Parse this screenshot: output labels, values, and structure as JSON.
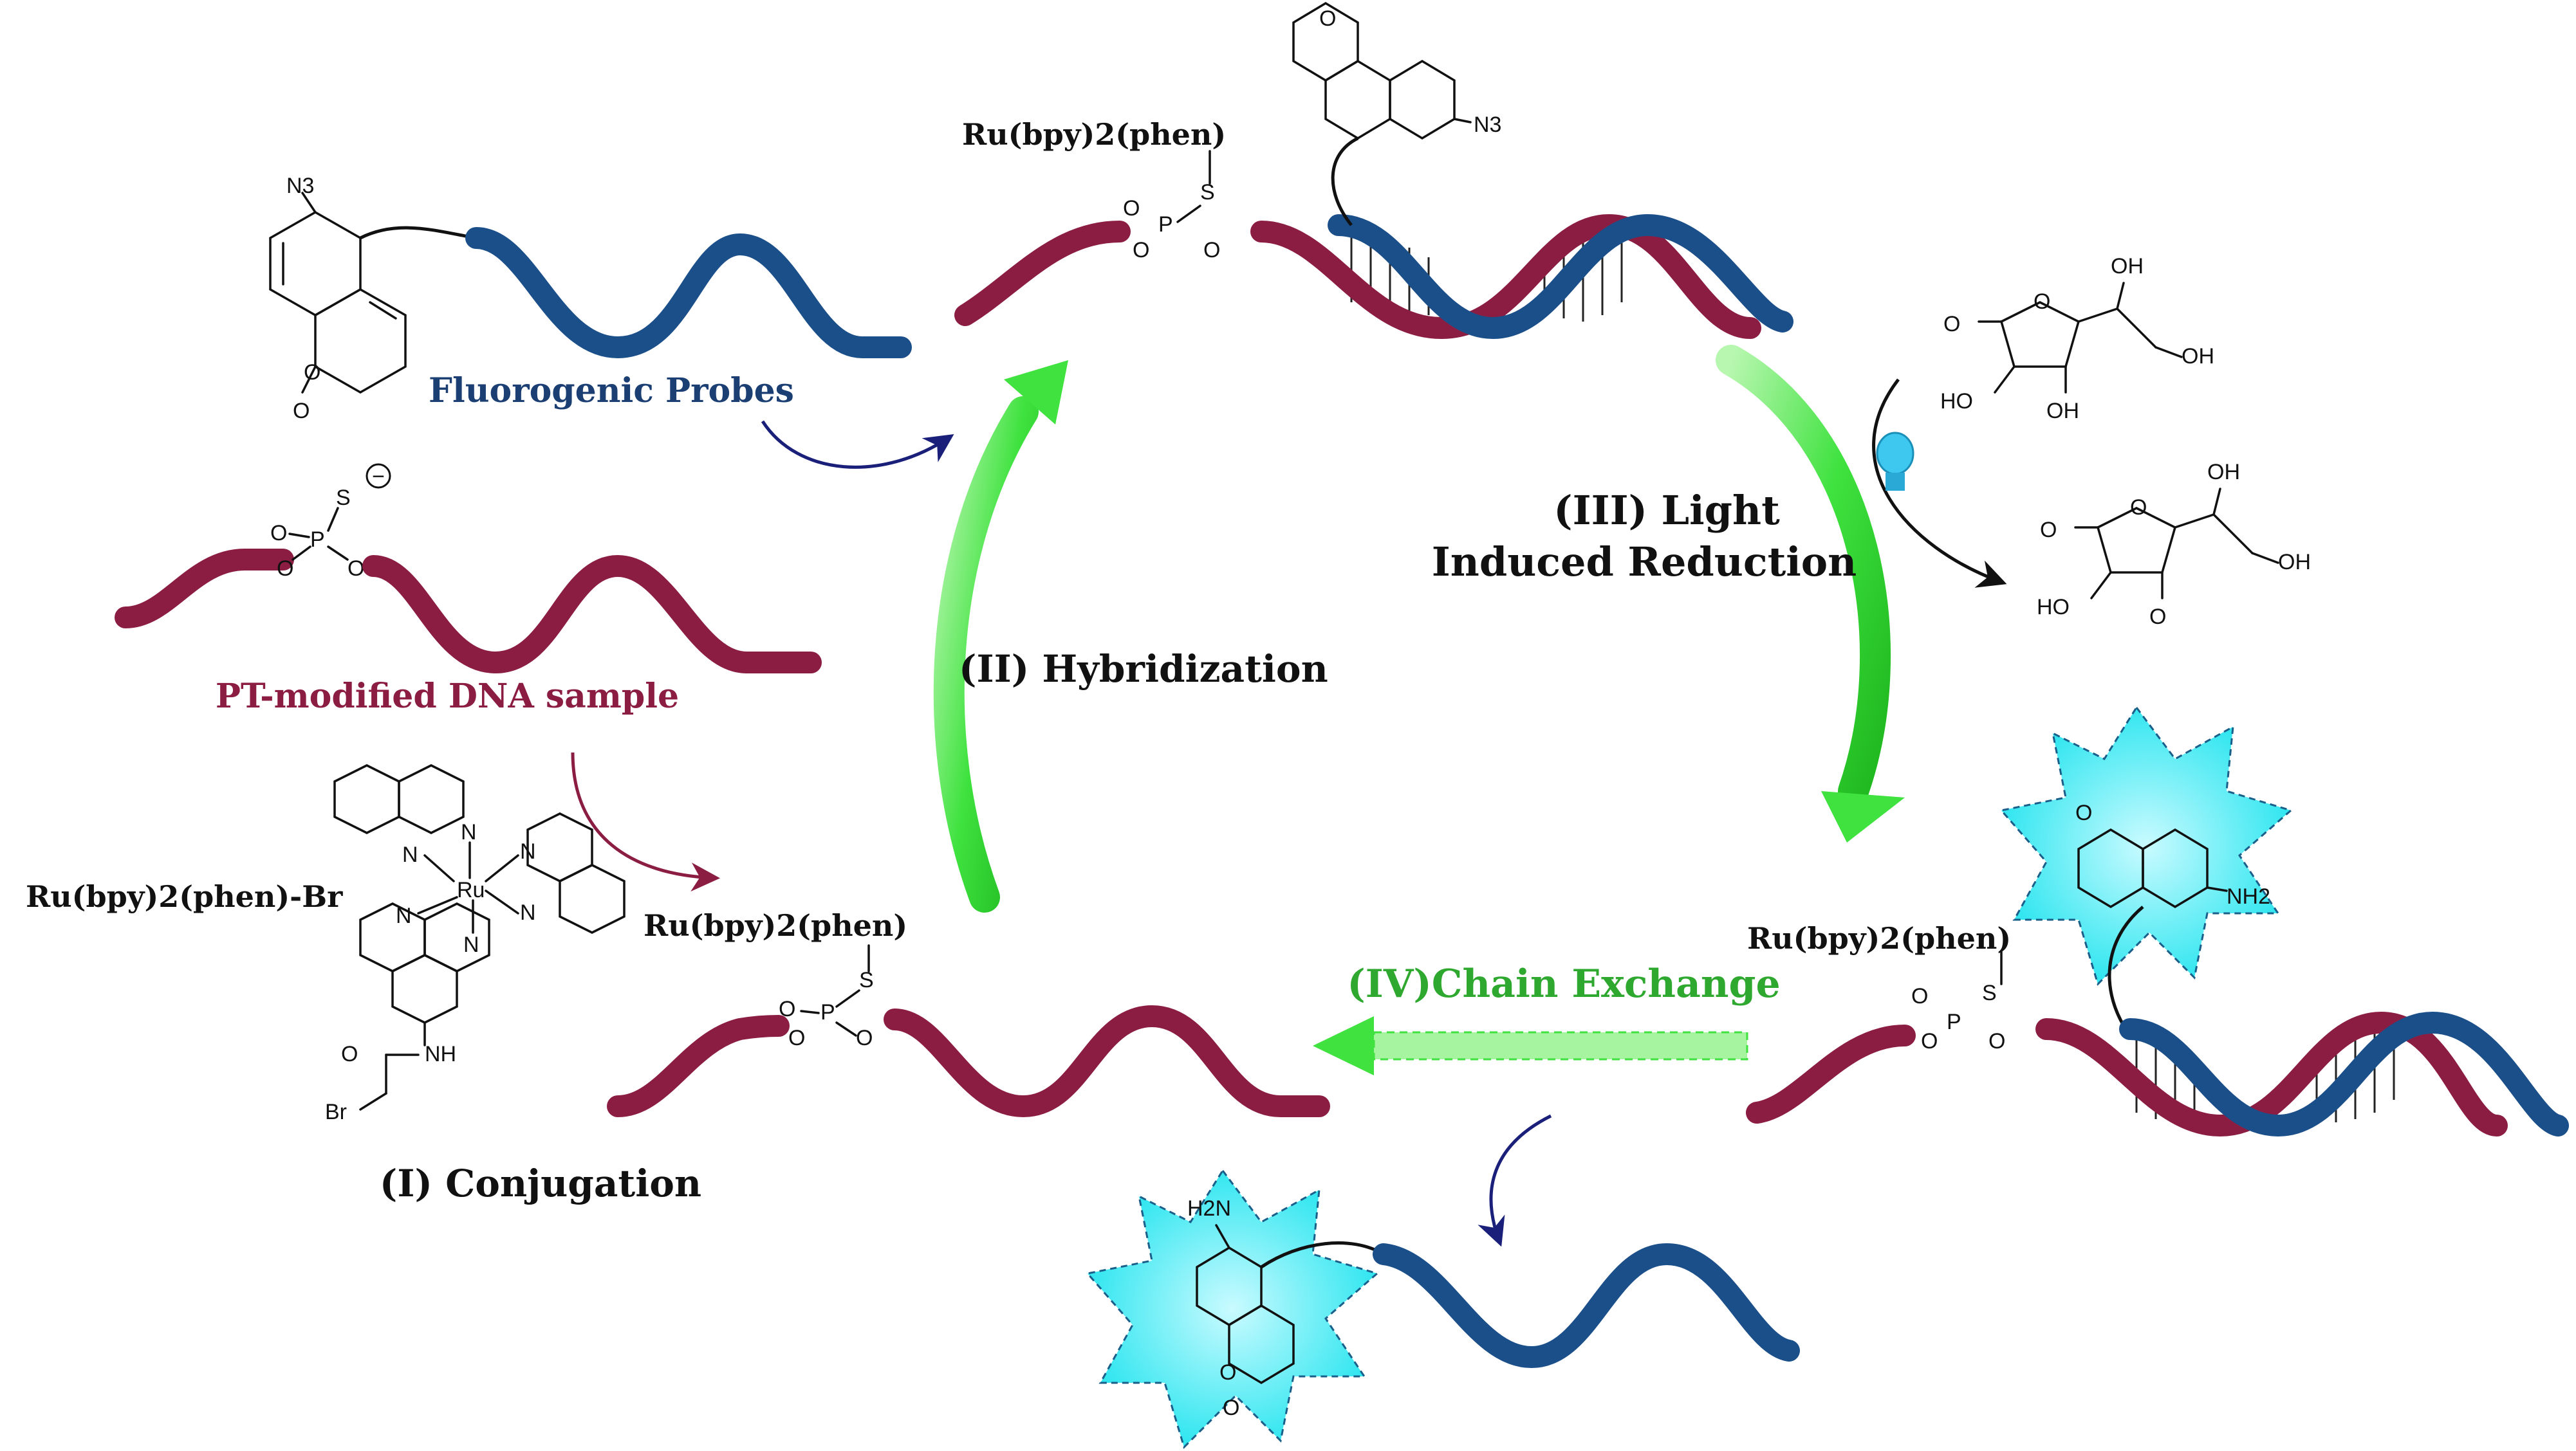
{
  "labels": {
    "fluorogenic_probes": "Fluorogenic Probes",
    "pt_dna_sample": "PT-modified DNA sample",
    "ru_complex_br": "Ru(bpy)2(phen)-Br",
    "ru_tag_top": "Ru(bpy)2(phen)",
    "ru_tag_bottom_left": "Ru(bpy)2(phen)",
    "ru_tag_bottom_right": "Ru(bpy)2(phen)",
    "step_conjugation": "(I) Conjugation",
    "step_hybridization": "(II) Hybridization",
    "step_light_line1": "(III) Light",
    "step_light_line2": "Induced Reduction",
    "step_chain_exchange": "(IV)Chain Exchange"
  },
  "atoms": {
    "n3": "N3",
    "nh2": "NH2",
    "h2n": "H2N",
    "o": "O",
    "p": "P",
    "s": "S",
    "oh": "OH",
    "ho": "HO",
    "ru": "Ru",
    "n": "N",
    "nh": "NH",
    "br": "Br",
    "minus": "−"
  },
  "colors": {
    "probe_strand": "#1b4f8a",
    "sample_strand": "#8c1d42",
    "green_arrow": "#39e639",
    "navy_arrow": "#1a1f7a",
    "maroon_arrow": "#8c1d42",
    "glow": "#33e6f0",
    "label_blue": "#1b3f73",
    "label_red": "#8c1d42",
    "label_green": "#2fa82f"
  },
  "icons": [
    "lightbulb-icon",
    "fluorescence-burst-icon"
  ]
}
